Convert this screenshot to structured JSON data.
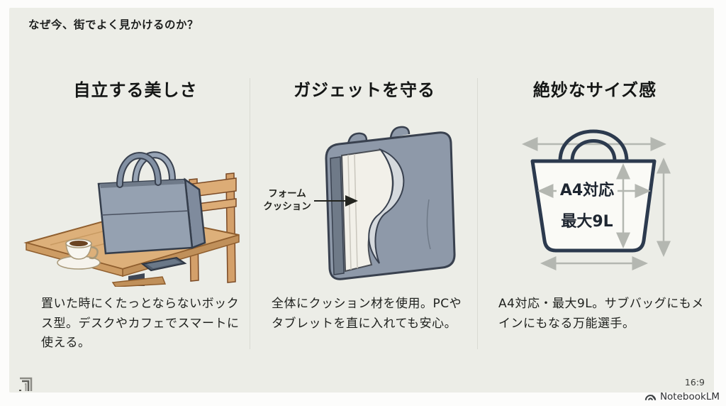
{
  "slide": {
    "title": "なぜ今、街でよく見かけるのか？",
    "aspect_badge": "16:9",
    "watermark": "NotebookLM",
    "background": "#ECEDE7",
    "page_background": "#FCFCFB"
  },
  "columns": [
    {
      "heading": "自立する美しさ",
      "body": "置いた時にくたっとならないボックス型。デスクやカフェでスマートに使える。",
      "illustration": "tote-bag-standing-on-cafe-table"
    },
    {
      "heading": "ガジェットを守る",
      "body": "全体にクッション材を使用。PCやタブレットを直に入れても安心。",
      "illustration": "bag-cross-section-with-foam",
      "callout": {
        "line1": "フォーム",
        "line2": "クッション"
      }
    },
    {
      "heading": "絶妙なサイズ感",
      "body": "A4対応・最大9L。サブバッグにもメインにもなる万能選手。",
      "illustration": "bag-size-measurement-diagram",
      "labels": {
        "capacity": "A4対応",
        "volume": "最大9L"
      }
    }
  ],
  "colors": {
    "text": "#1D1F1E",
    "divider": "#D9DAD3",
    "bag_blue": "#95A1B1",
    "bag_side": "#7F8B9D",
    "outline_navy": "#39414F",
    "arrow_gray": "#B4B7B1",
    "wood": "#DDB07A",
    "foam_white": "#F2F0E9"
  }
}
